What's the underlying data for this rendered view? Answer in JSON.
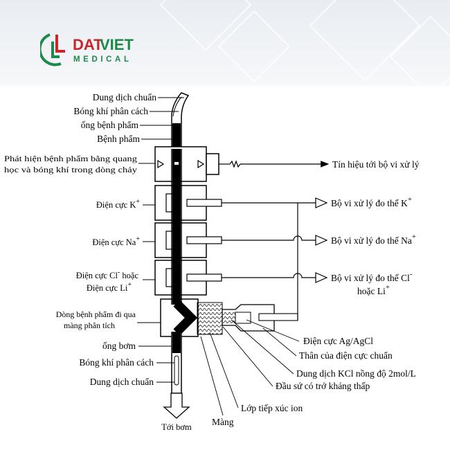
{
  "logo": {
    "brand_part1": "DAT",
    "brand_part2": "VIET",
    "brand_sub": "MEDICAL",
    "colors": {
      "red": "#c8262b",
      "green": "#1c8a4a"
    }
  },
  "labels_left": {
    "standard_solution_top": "Dung dịch chuẩn",
    "separating_bubble_top": "Bóng khí phân cách",
    "sample_tube": "ống bệnh phẩm",
    "sample": "Bệnh phẩm",
    "detection_line1": "Phát hiện bệnh phẩm bằng quang",
    "detection_line2": "học và bóng khí trong dòng chảy",
    "electrode_k": "Điện cực K",
    "electrode_k_sup": "+",
    "electrode_na": "Điện cực Na",
    "electrode_na_sup": "+",
    "electrode_cl_line1": "Điện cực Cl",
    "electrode_cl_sup": "-",
    "electrode_cl_or": " hoặc",
    "electrode_li_line2": "Điện cực Li",
    "electrode_li_sup": "+",
    "flow_line1": "Dòng bệnh phẩm đi qua",
    "flow_line2": "màng phân tích",
    "pump_tube": "ống bơm",
    "separating_bubble_bottom": "Bóng khí phân cách",
    "standard_solution_bottom": "Dung dịch chuẩn",
    "to_pump": "Tới bơm"
  },
  "labels_right": {
    "signal": "Tín hiệu tới bộ vi xử lý",
    "proc_k": "Bộ vi xử lý đo thế K",
    "proc_k_sup": "+",
    "proc_na": "Bộ vi xử lý đo thế Na",
    "proc_na_sup": "+",
    "proc_cl": "Bộ vi xử lý đo thế Cl",
    "proc_cl_sup": "-",
    "proc_li_line2": "hoặc Li",
    "proc_li_sup": "+"
  },
  "labels_bottom": {
    "ref_electrode": "Điện cực Ag/AgCl",
    "ref_body": "Thân của điện cực chuẩn",
    "kcl_solution": "Dung dịch KCl nồng độ 2mol/L",
    "ceramic_tip": "Đầu sứ có trở kháng thấp",
    "ion_contact": "Lớp tiếp xúc ion",
    "membrane": "Màng"
  }
}
